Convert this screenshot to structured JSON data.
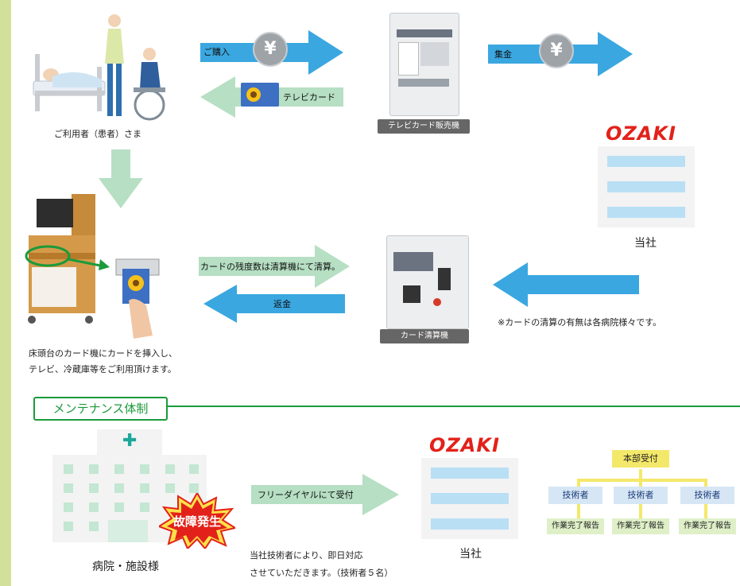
{
  "flow": {
    "purchase_label": "ご購入",
    "card_label": "テレビカード",
    "collect_label": "集金",
    "settle_label": "カードの残度数は清算機にて清算。",
    "refund_label": "返金",
    "user_caption": "ご利用者（患者）さま",
    "vending_caption": "テレビカード販売機",
    "settler_caption": "カード清算機",
    "company_caption": "当社",
    "company_logo": "OZAKI",
    "bedside_line1": "床頭台のカード機にカードを挿入し、",
    "bedside_line2": "テレビ、冷蔵庫等をご利用頂けます。",
    "settle_note": "※カードの清算の有無は各病院様々です。",
    "yen_symbol": "¥"
  },
  "maintenance": {
    "section_title": "メンテナンス体制",
    "hospital_caption": "病院・施設様",
    "failure_label": "故障発生",
    "freedial_label": "フリーダイヤルにて受付",
    "company_caption": "当社",
    "company_logo": "OZAKI",
    "tech_note_line1": "当社技術者により、即日対応",
    "tech_note_line2": "させていただきます。（技術者５名）",
    "org": {
      "head": "本部受付",
      "technicians": [
        "技術者",
        "技術者",
        "技術者"
      ],
      "done": [
        "作業完了報告",
        "作業完了報告",
        "作業完了報告"
      ]
    }
  },
  "colors": {
    "arrow_blue": "#3aa7e0",
    "arrow_green": "#b6dfc3",
    "sidebar": "#d2e09c",
    "maint_green": "#1b9a3a"
  }
}
